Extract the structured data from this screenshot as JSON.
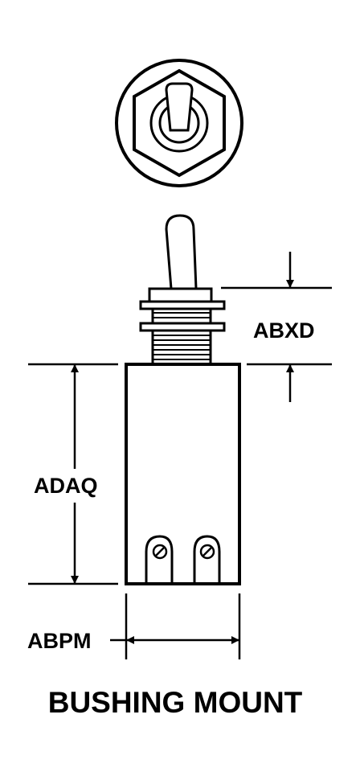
{
  "diagram": {
    "caption": "BUSHING MOUNT",
    "dimensions": {
      "bushing_height": "ABXD",
      "body_height": "ADAQ",
      "body_width": "ABPM"
    }
  }
}
